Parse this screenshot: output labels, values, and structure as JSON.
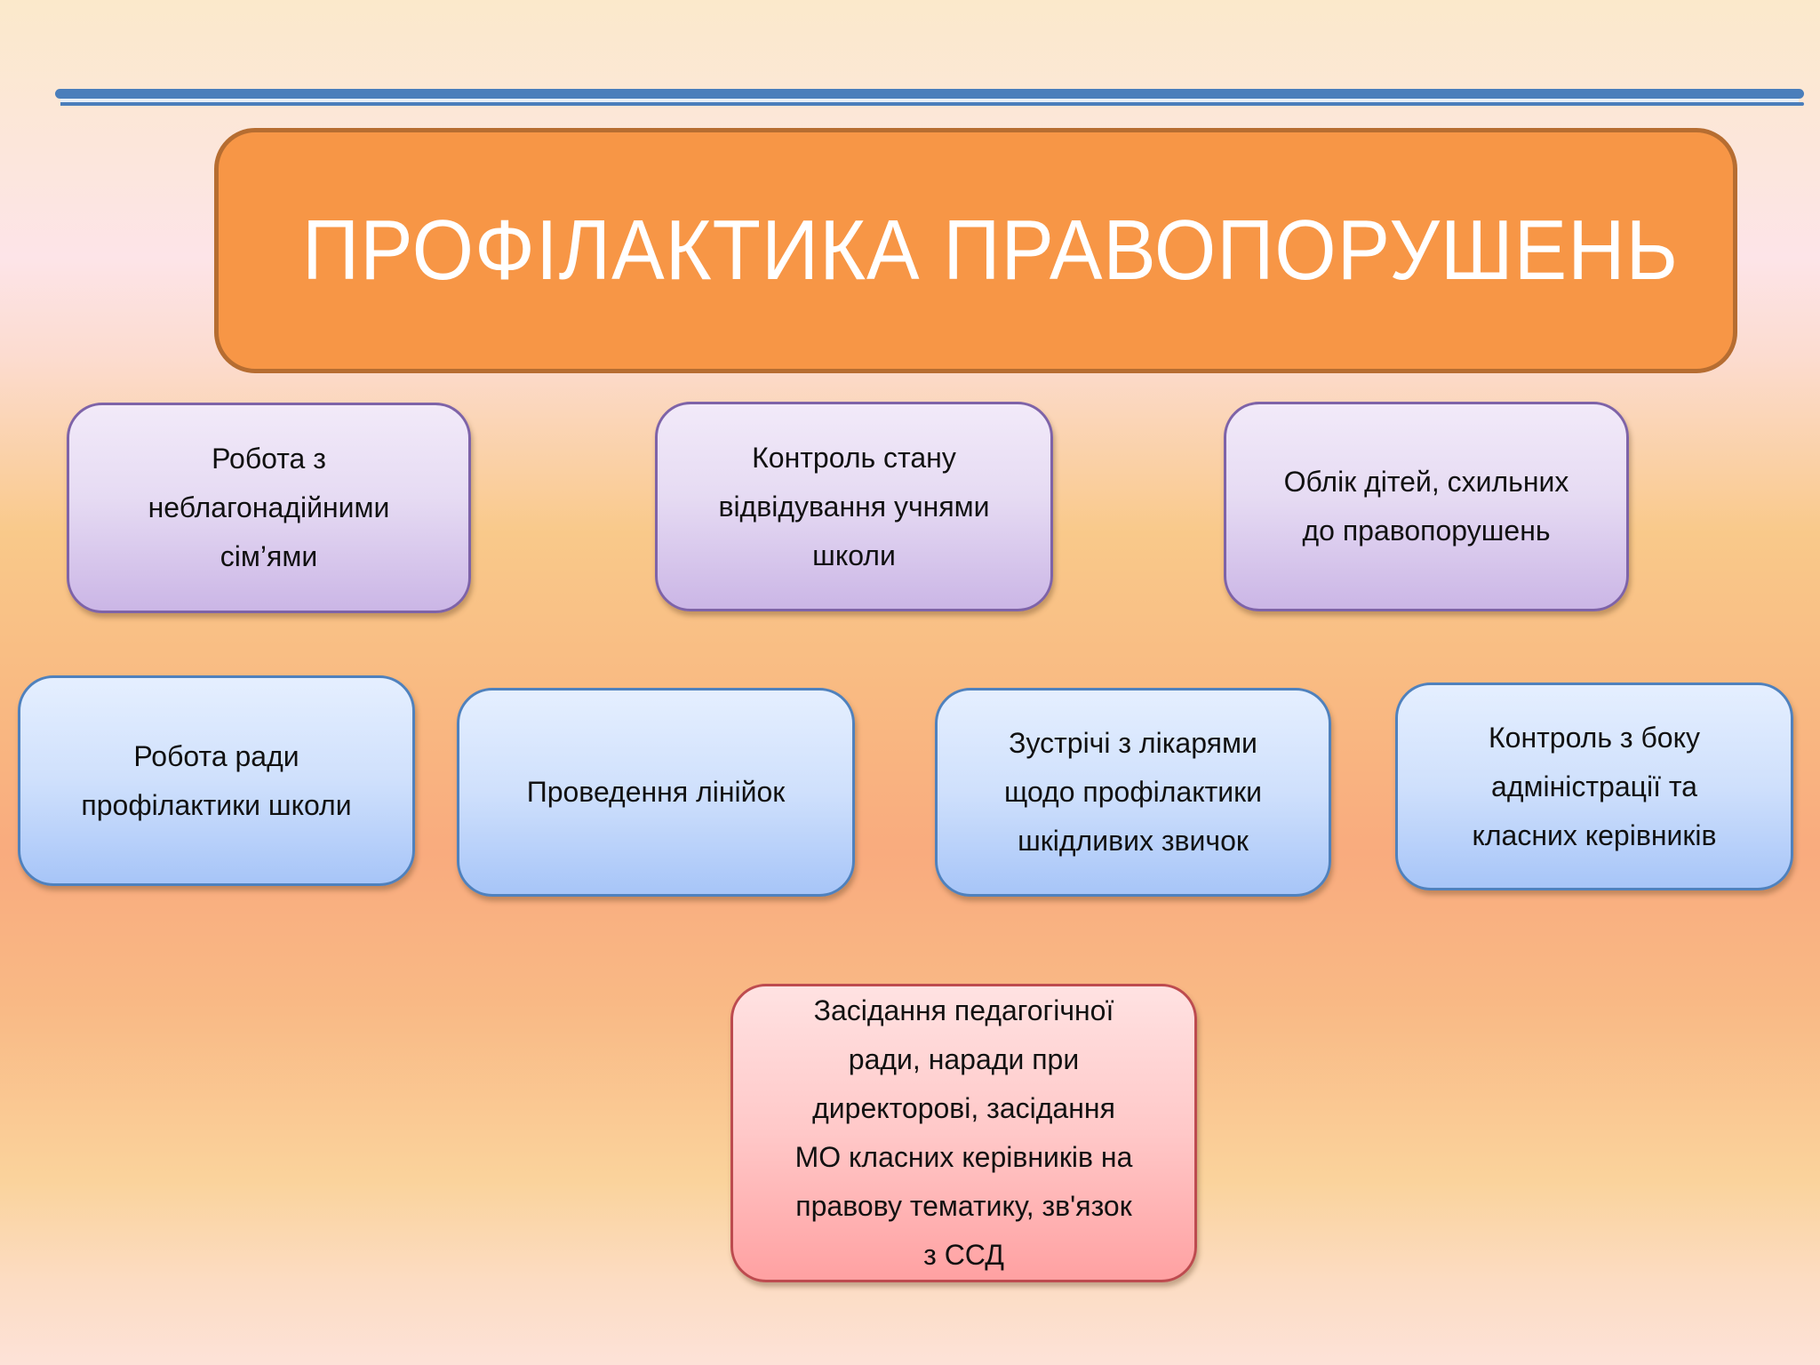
{
  "slide": {
    "title": "ПРОФІЛАКТИКА ПРАВОПОРУШЕНЬ",
    "colors": {
      "title_fill": "#f79646",
      "title_border": "#b66d31",
      "rule": "#4a7ebb",
      "purple_border": "#7e63a8",
      "blue_border": "#4f81bd",
      "red_border": "#bd4b4f"
    }
  },
  "nodes": [
    {
      "id": "work-with-families",
      "color": "purple",
      "text": "Робота з неблагонадійними сім’ями",
      "lines": [
        "Робота з",
        "неблагонадійними",
        "сім’ями"
      ]
    },
    {
      "id": "attendance-control",
      "color": "purple",
      "text": "Контроль стану відвідування учнями школи",
      "lines": [
        "Контроль стану",
        "відвідування учнями",
        "школи"
      ]
    },
    {
      "id": "children-registry",
      "color": "purple",
      "text": "Облік дітей, схильних до правопорушень",
      "lines": [
        "Облік дітей, схильних",
        "до правопорушень"
      ]
    },
    {
      "id": "prevention-council",
      "color": "blue",
      "text": "Робота ради профілактики школи",
      "lines": [
        "Робота ради",
        "профілактики школи"
      ]
    },
    {
      "id": "assemblies",
      "color": "blue",
      "text": "Проведення лінійок",
      "lines": [
        "Проведення лінійок"
      ]
    },
    {
      "id": "doctor-meetings",
      "color": "blue",
      "text": "Зустрічі з лікарями щодо профілактики шкідливих звичок",
      "lines": [
        "Зустрічі з лікарями",
        "щодо профілактики",
        "шкідливих звичок"
      ]
    },
    {
      "id": "admin-control",
      "color": "blue",
      "text": "Контроль з боку адміністрації та класних керівників",
      "lines": [
        "Контроль з боку",
        "адміністрації та",
        "класних керівників"
      ]
    },
    {
      "id": "council-meetings",
      "color": "red",
      "text": "Засідання педагогічної ради, наради при директорові, засідання МО класних керівників на правову тематику, зв'язок з ССД",
      "lines": [
        "Засідання педагогічної",
        "ради, наради при",
        "директорові, засідання",
        "МО класних керівників на",
        "правову тематику, зв'язок",
        "з ССД"
      ]
    }
  ]
}
